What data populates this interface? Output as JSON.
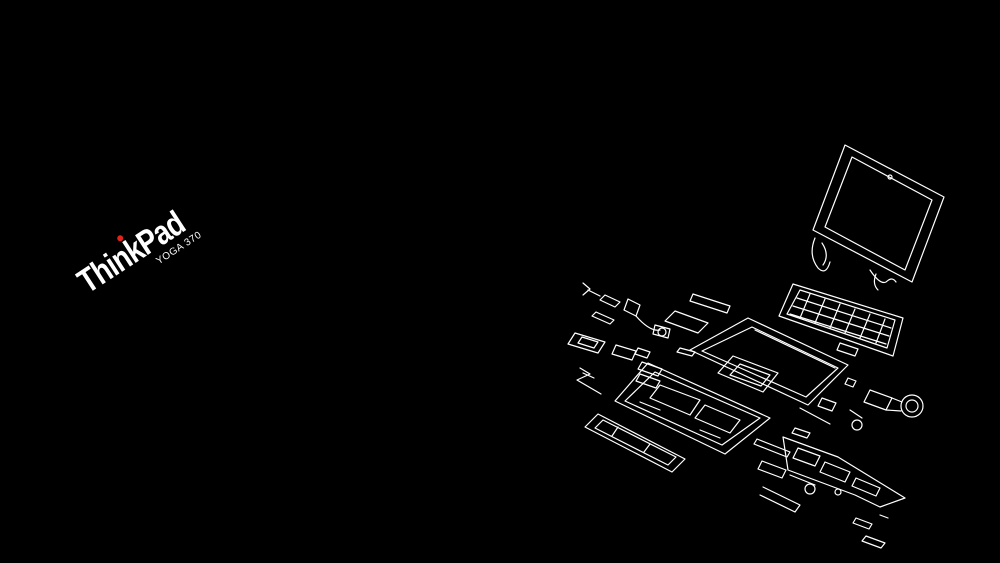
{
  "wallpaper": {
    "background_color": "#000000",
    "line_color": "#ffffff",
    "logo": {
      "brand": "ThinkPad",
      "model": "YOGA 370",
      "dot_color": "#e2231a"
    },
    "illustration": "exploded-laptop-line-art"
  }
}
